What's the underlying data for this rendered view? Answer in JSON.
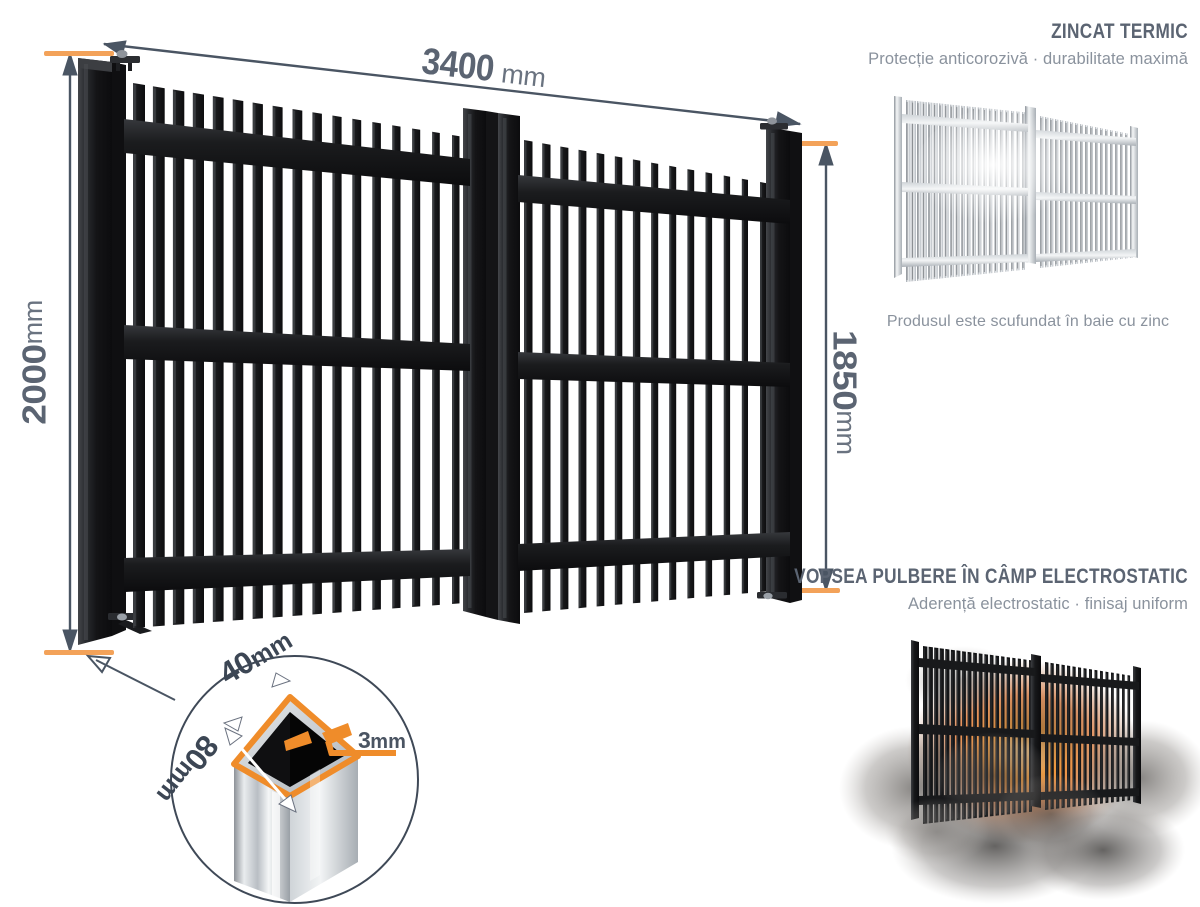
{
  "product": {
    "type": "poarta-batanta-dubla",
    "description": "Poarta metalica batanta cu doua canate, sipci verticale"
  },
  "dimensions": {
    "width": {
      "value": "3400",
      "unit": "mm",
      "label": "3400mm",
      "position": "top"
    },
    "height_total": {
      "value": "2000",
      "unit": "mm",
      "label": "2000mm",
      "position": "left"
    },
    "height_leaf": {
      "value": "1850",
      "unit": "mm",
      "label": "1850mm",
      "position": "right"
    }
  },
  "profile_detail": {
    "width": {
      "value": "40",
      "unit": "mm",
      "label": "40mm"
    },
    "height": {
      "value": "80",
      "unit": "mm",
      "label": "80mm"
    },
    "thickness": {
      "value": "3",
      "unit": "mm",
      "label": "3mm"
    }
  },
  "features": [
    {
      "id": "zincat-termic",
      "title": "ZINCAT TERMIC",
      "subtitle": "Protecție anticorozivă · durabilitate maximă",
      "caption": "Produsul este scufundat în baie cu zinc"
    },
    {
      "id": "vopsea-pulbere",
      "title": "VOPSEA PULBERE ÎN CÂMP ELECTROSTATIC",
      "subtitle": "Aderență electrostatic · finisaj uniform",
      "caption": ""
    }
  ],
  "colors": {
    "accent": "#f4a259",
    "text_dark": "#5b6472",
    "text_muted": "#8a929d",
    "gate_dark": "#1c1c1e",
    "line": "#4a5563",
    "flame": "#e8822a",
    "zinc": "#c9ced3"
  }
}
